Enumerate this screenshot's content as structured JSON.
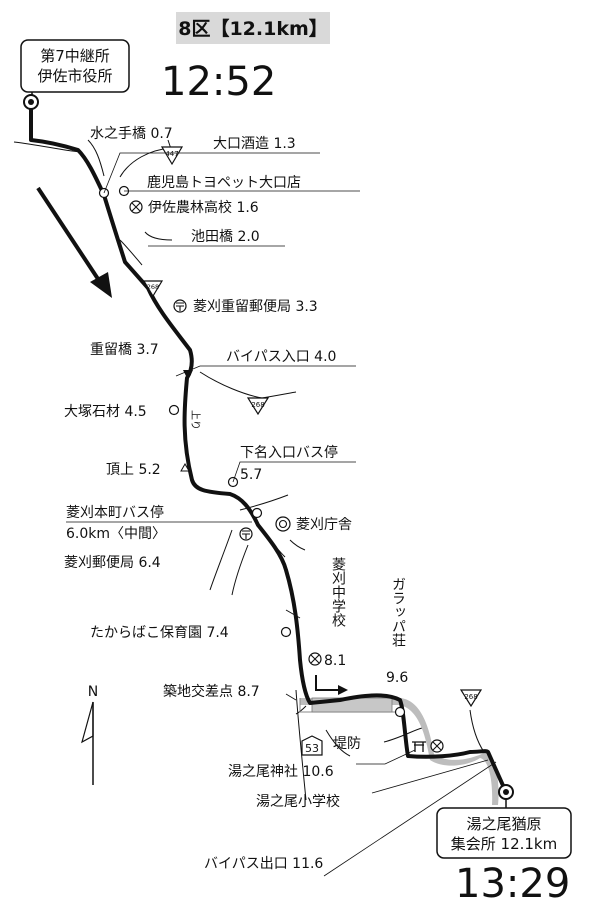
{
  "header": {
    "section_title": "8区【12.1km】"
  },
  "start": {
    "label_line1": "第7中継所",
    "label_line2": "伊佐市役所",
    "time": "12:52"
  },
  "finish": {
    "label_line1": "湯之尾猶原",
    "label_line2": "集会所 12.1km",
    "time": "13:29"
  },
  "route_labels": {
    "mizunote": "水之手橋 0.7",
    "oguchi_sake": "大口酒造 1.3",
    "toyopet": "鹿児島トヨペット大口店",
    "isa_hs": "伊佐農林高校 1.6",
    "ikeda": "池田橋 2.0",
    "shigetome_po": "菱刈重留郵便局 3.3",
    "shigetome_br": "重留橋 3.7",
    "bypass_in": "バイパス入口 4.0",
    "otsuka": "大塚石材 4.5",
    "nobori": "上り",
    "summit": "頂上 5.2",
    "shimomyo_1": "下名入口バス停",
    "shimomyo_2": "5.7",
    "honmachi_1": "菱刈本町バス停",
    "honmachi_2": "6.0km〈中間〉",
    "hishikari_office": "菱刈庁舎",
    "hishikari_po": "菱刈郵便局 6.4",
    "takara": "たからばこ保育園 7.4",
    "hishikari_jhs": "菱刈中学校",
    "jhs_km": "8.1",
    "garappa": "ガラッパ荘",
    "garappa_km": "9.6",
    "tsukiji": "築地交差点 8.7",
    "teibo": "堤防",
    "yunoo_shrine": "湯之尾神社 10.6",
    "yunoo_es": "湯之尾小学校",
    "bypass_out": "バイパス出口 11.6"
  },
  "route_numbers": {
    "r447": "447",
    "r268a": "268",
    "r268b": "268",
    "r268c": "268",
    "r53": "53"
  },
  "north": {
    "label": "N"
  },
  "icons": {
    "school": "school-icon",
    "post_office": "post-office-icon",
    "town_office": "town-office-icon",
    "shrine": "shrine-icon",
    "route_shield": "route-shield-icon"
  }
}
